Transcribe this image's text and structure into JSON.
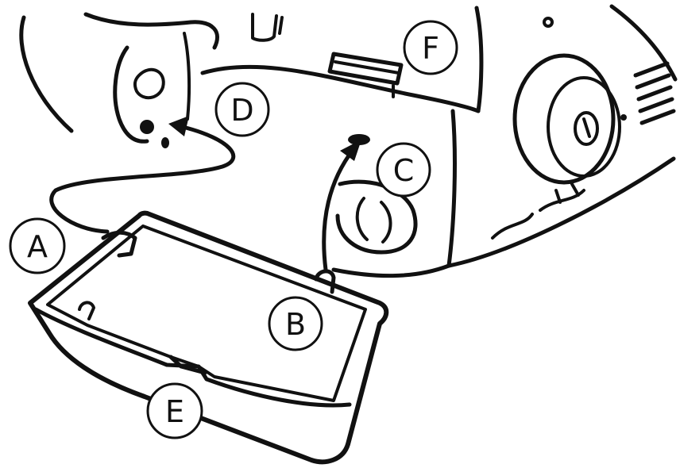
{
  "callouts": {
    "A": "A",
    "B": "B",
    "C": "C",
    "D": "D",
    "E": "E",
    "F": "F"
  },
  "colors": {
    "ink": "#111111",
    "paper": "#ffffff"
  }
}
